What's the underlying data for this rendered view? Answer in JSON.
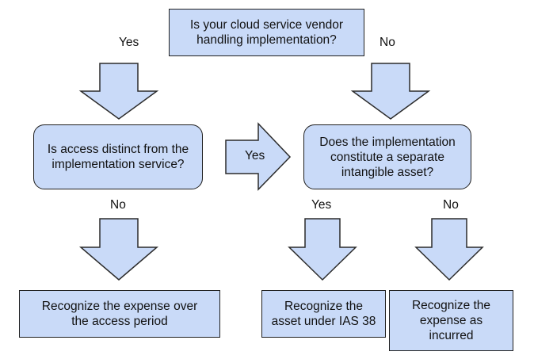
{
  "diagram": {
    "nodes": {
      "q_vendor": "Is your cloud service vendor\nhandling implementation?",
      "q_access": "Is access distinct from the\nimplementation service?",
      "q_asset": "Does the implementation\nconstitute a separate\nintangible asset?",
      "r_access_period": "Recognize the expense over\nthe access period",
      "r_ias38": "Recognize the\nasset under IAS 38",
      "r_incurred": "Recognize the\nexpense as\nincurred"
    },
    "labels": {
      "vendor_yes": "Yes",
      "vendor_no": "No",
      "access_yes": "Yes",
      "access_no": "No",
      "asset_yes": "Yes",
      "asset_no": "No"
    }
  }
}
